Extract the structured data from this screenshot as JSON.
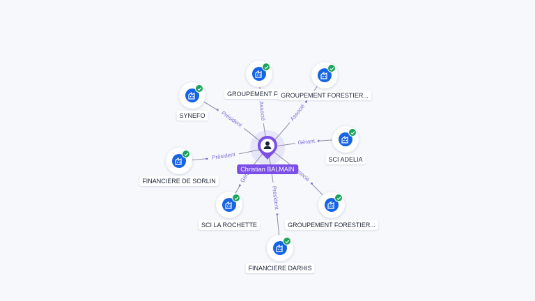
{
  "center": {
    "name": "Christian BALMAIN",
    "icon": "person-icon",
    "color": "#7b4ee6"
  },
  "companies": [
    {
      "id": "synefo",
      "label": "SYNEFO",
      "icon": "building-icon",
      "verified": true
    },
    {
      "id": "groupement-fore-1",
      "label": "GROUPEMENT FORE",
      "icon": "building-icon",
      "verified": true
    },
    {
      "id": "groupement-forestier-1",
      "label": "GROUPEMENT FORESTIER...",
      "icon": "building-icon",
      "verified": true
    },
    {
      "id": "sci-adelia",
      "label": "SCI ADELIA",
      "icon": "building-icon",
      "verified": true
    },
    {
      "id": "financiere-de-sorlin",
      "label": "FINANCIERE DE SORLIN",
      "icon": "building-icon",
      "verified": true
    },
    {
      "id": "sci-la-rochette",
      "label": "SCI LA ROCHETTE",
      "icon": "building-icon",
      "verified": true
    },
    {
      "id": "groupement-forestier-2",
      "label": "GROUPEMENT FORESTIER...",
      "icon": "building-icon",
      "verified": true
    },
    {
      "id": "financiere-darhis",
      "label": "FINANCIERE DARHIS",
      "icon": "building-icon",
      "verified": true
    }
  ],
  "relations": [
    {
      "to": "synefo",
      "label": "Président"
    },
    {
      "to": "groupement-fore-1",
      "label": "Associé"
    },
    {
      "to": "groupement-forestier-1",
      "label": "Associé"
    },
    {
      "to": "sci-adelia",
      "label": "Gérant"
    },
    {
      "to": "financiere-de-sorlin",
      "label": "Président"
    },
    {
      "to": "sci-la-rochette",
      "label": "Gérant"
    },
    {
      "to": "groupement-forestier-2",
      "label": "Associé"
    },
    {
      "to": "financiere-darhis",
      "label": "Président"
    }
  ],
  "colors": {
    "accent": "#7b4ee6",
    "company_icon": "#1664e4",
    "verified_badge": "#1aa35a",
    "edge_label": "#7c6fd6"
  }
}
